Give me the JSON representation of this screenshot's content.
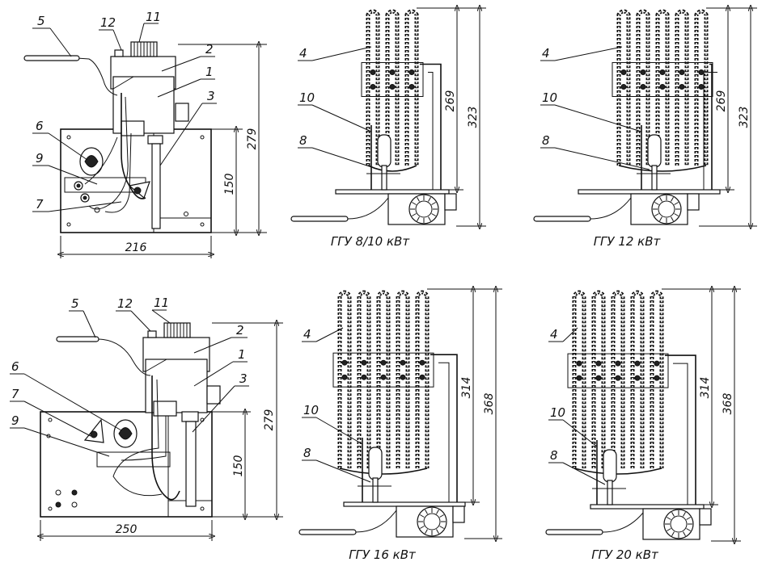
{
  "views": [
    {
      "id": "front-small",
      "callouts": [
        "5",
        "12",
        "11",
        "2",
        "1",
        "3",
        "6",
        "9",
        "7"
      ],
      "dims": {
        "width": "216",
        "height_total": "279",
        "height_box": "150"
      }
    },
    {
      "id": "side-a",
      "callouts": [
        "4",
        "10",
        "8"
      ],
      "dims": {
        "h_inner": "269",
        "h_total": "323"
      },
      "caption": "ГГУ 8/10 кВт"
    },
    {
      "id": "side-b",
      "callouts": [
        "4",
        "10",
        "8"
      ],
      "dims": {
        "h_inner": "269",
        "h_total": "323"
      },
      "caption": "ГГУ 12 кВт"
    },
    {
      "id": "front-large",
      "callouts": [
        "5",
        "12",
        "11",
        "2",
        "1",
        "3",
        "6",
        "7",
        "9"
      ],
      "dims": {
        "width": "250",
        "height_total": "279",
        "height_box": "150"
      }
    },
    {
      "id": "side-c",
      "callouts": [
        "4",
        "10",
        "8"
      ],
      "dims": {
        "h_inner": "314",
        "h_total": "368"
      },
      "caption": "ГГУ 16 кВт"
    },
    {
      "id": "side-d",
      "callouts": [
        "4",
        "10",
        "8"
      ],
      "dims": {
        "h_inner": "314",
        "h_total": "368"
      },
      "caption": "ГГУ 20 кВт"
    }
  ]
}
